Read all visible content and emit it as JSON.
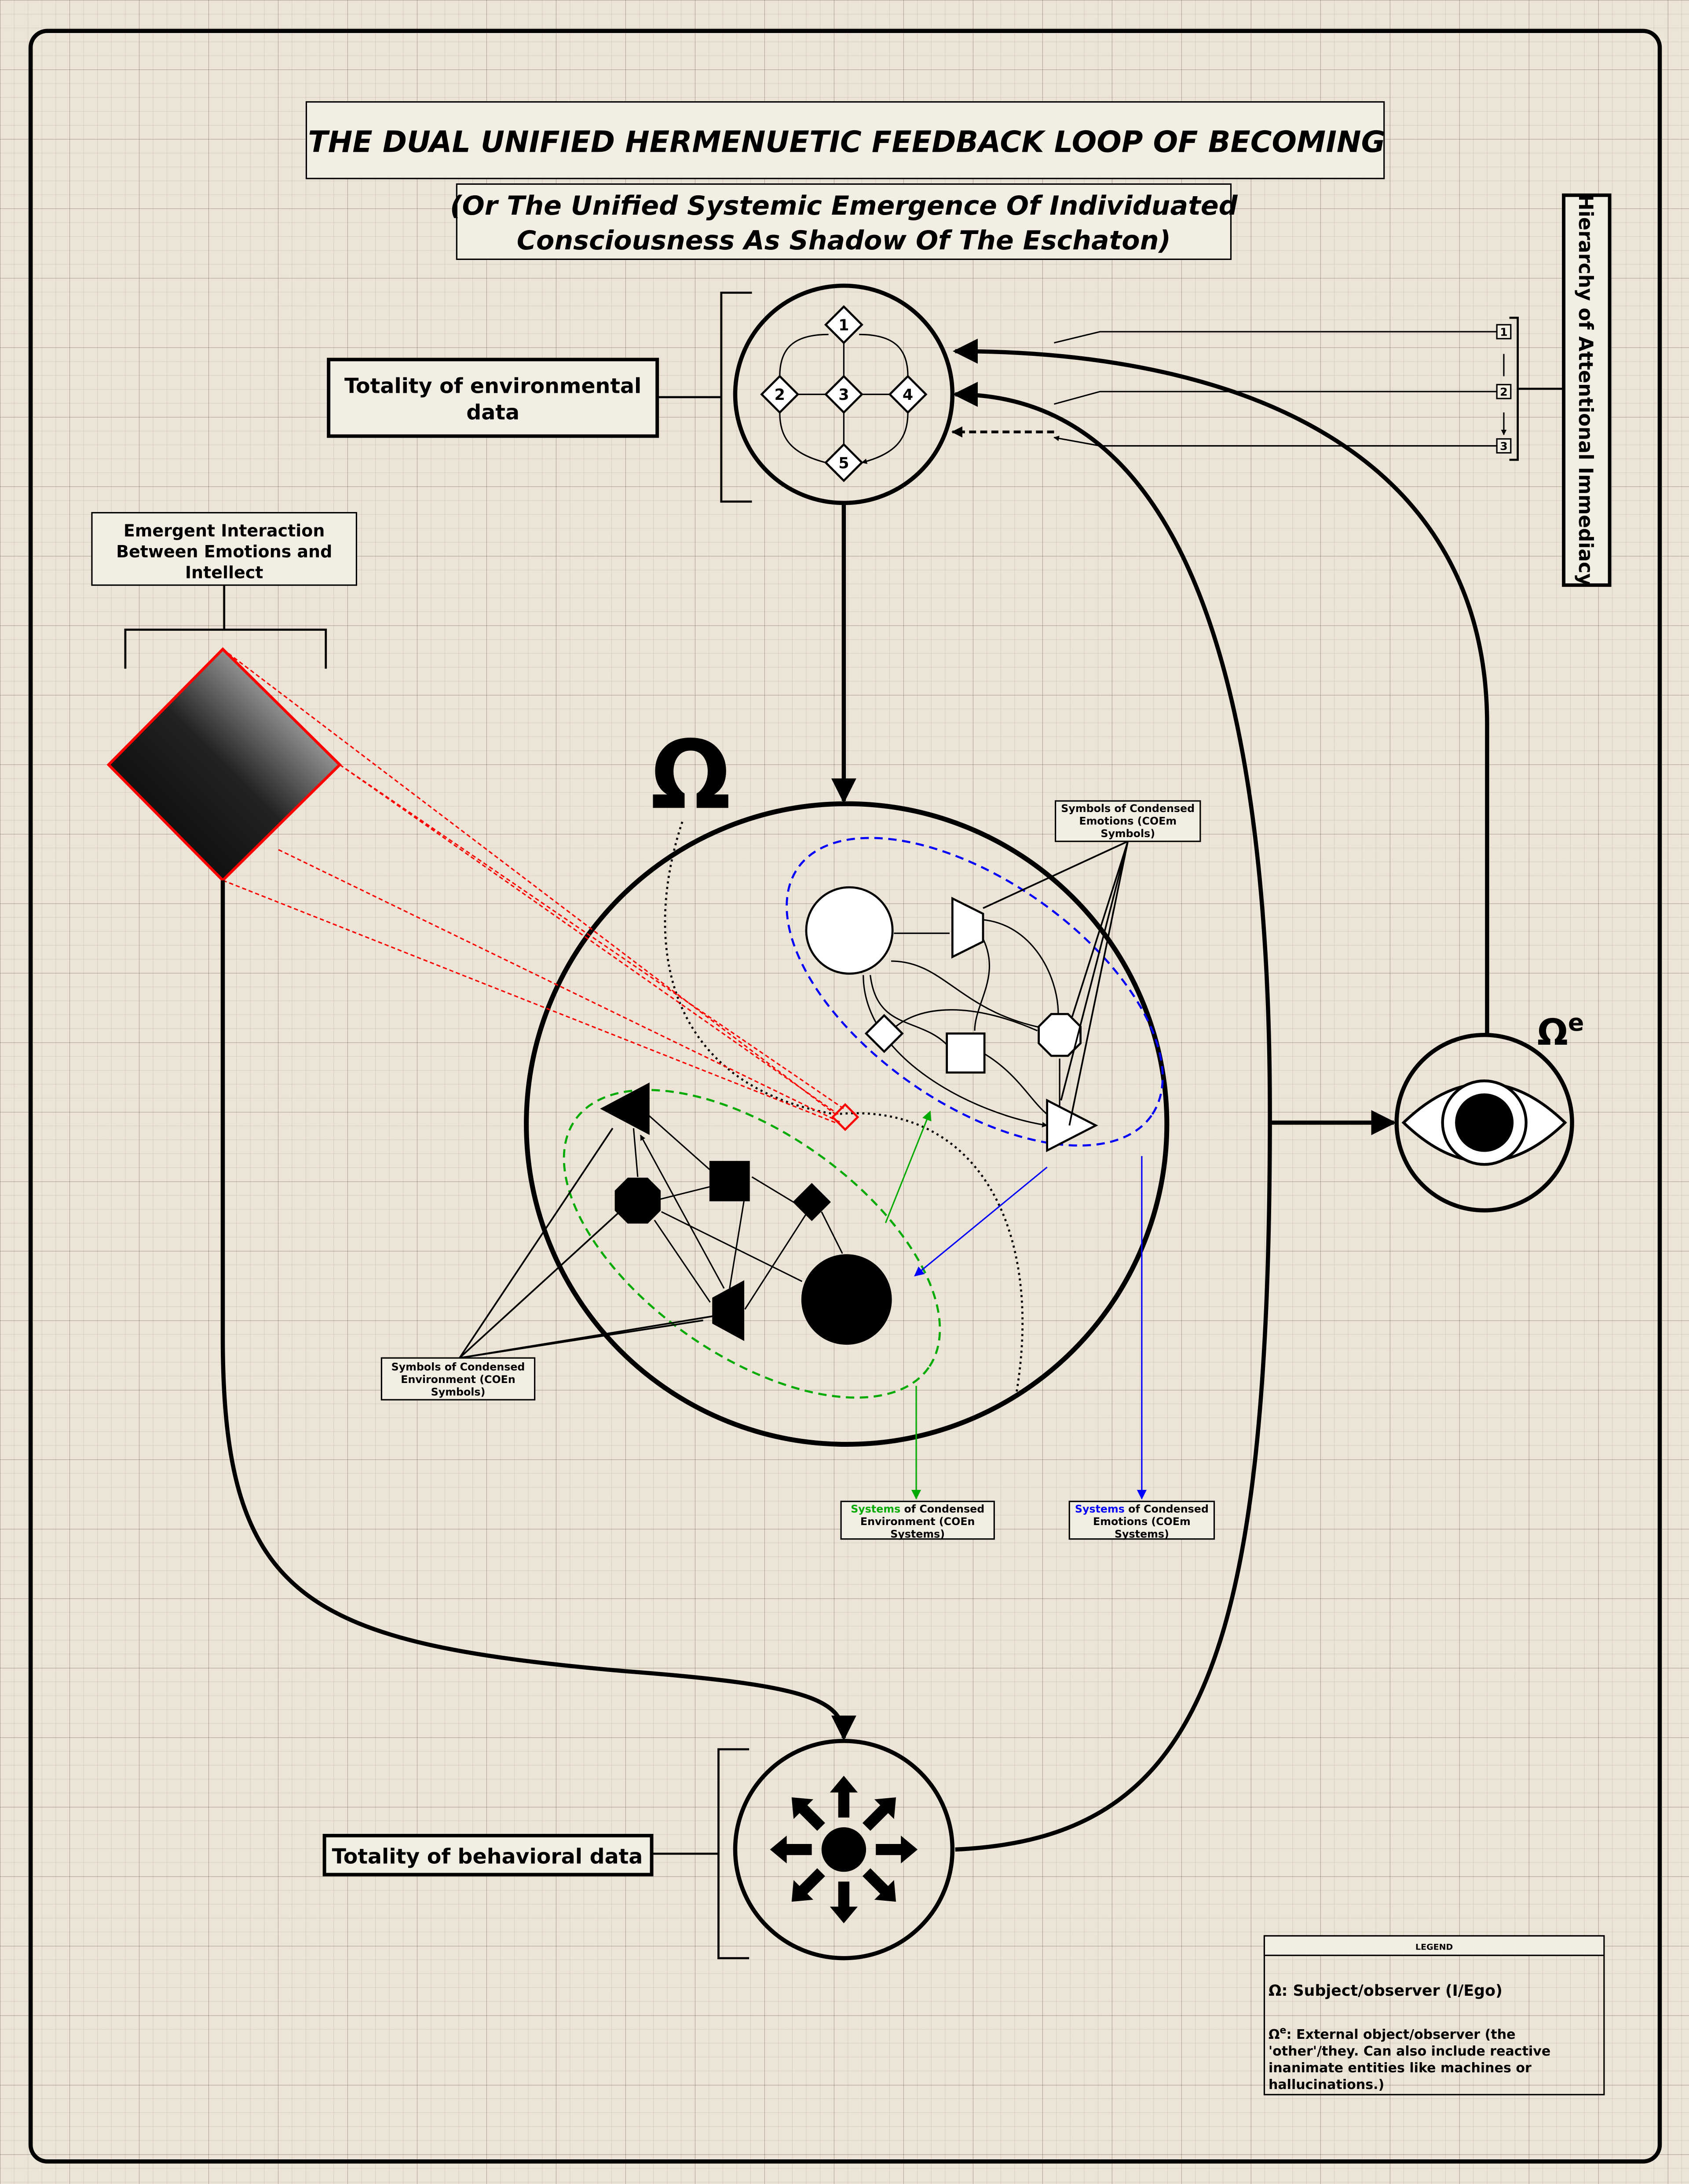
{
  "title": "THE DUAL UNIFIED HERMENUETIC FEEDBACK LOOP OF BECOMING",
  "subtitle": [
    "(Or The Unified Systemic Emergence Of Individuated",
    "Consciousness As Shadow Of The Eschaton)"
  ],
  "env_label": [
    "Totality of environmental",
    "data"
  ],
  "behav_label": "Totality of behavioral data",
  "hierarchy_label": "Hierarchy of Attentional Immediacy",
  "hierarchy_levels": [
    "1",
    "2",
    "3"
  ],
  "top_nodes": [
    "1",
    "2",
    "3",
    "4",
    "5"
  ],
  "emergent_label": [
    "Emergent Interaction",
    "Between Emotions and",
    "Intellect"
  ],
  "omega": "Ω",
  "omega_e": "Ω",
  "omega_e_sup": "e",
  "coem_symbols": [
    "Symbols of Condensed",
    "Emotions (COEm",
    "Symbols)"
  ],
  "coen_symbols": [
    "Symbols of Condensed",
    "Environment (COEn",
    "Symbols)"
  ],
  "coen_systems": {
    "highlight": "Systems",
    "rest": " of Condensed",
    "lines": [
      "Environment (COEn",
      "Systems)"
    ]
  },
  "coem_systems": {
    "highlight": "Systems",
    "rest": " of Condensed",
    "lines": [
      "Emotions (COEm",
      "Systems)"
    ]
  },
  "legend": {
    "title": "LEGEND",
    "item1": "Ω: Subject/observer (I/Ego)",
    "item2_sym": "Ω",
    "item2_sup": "e",
    "item2": [
      ": External object/observer (the",
      "'other'/they. Can also include reactive",
      "inanimate entities like machines or",
      "hallucinations.)"
    ]
  },
  "colors": {
    "emotions": "#0000ff",
    "environment": "#00a000",
    "emergent": "#ff0000"
  }
}
